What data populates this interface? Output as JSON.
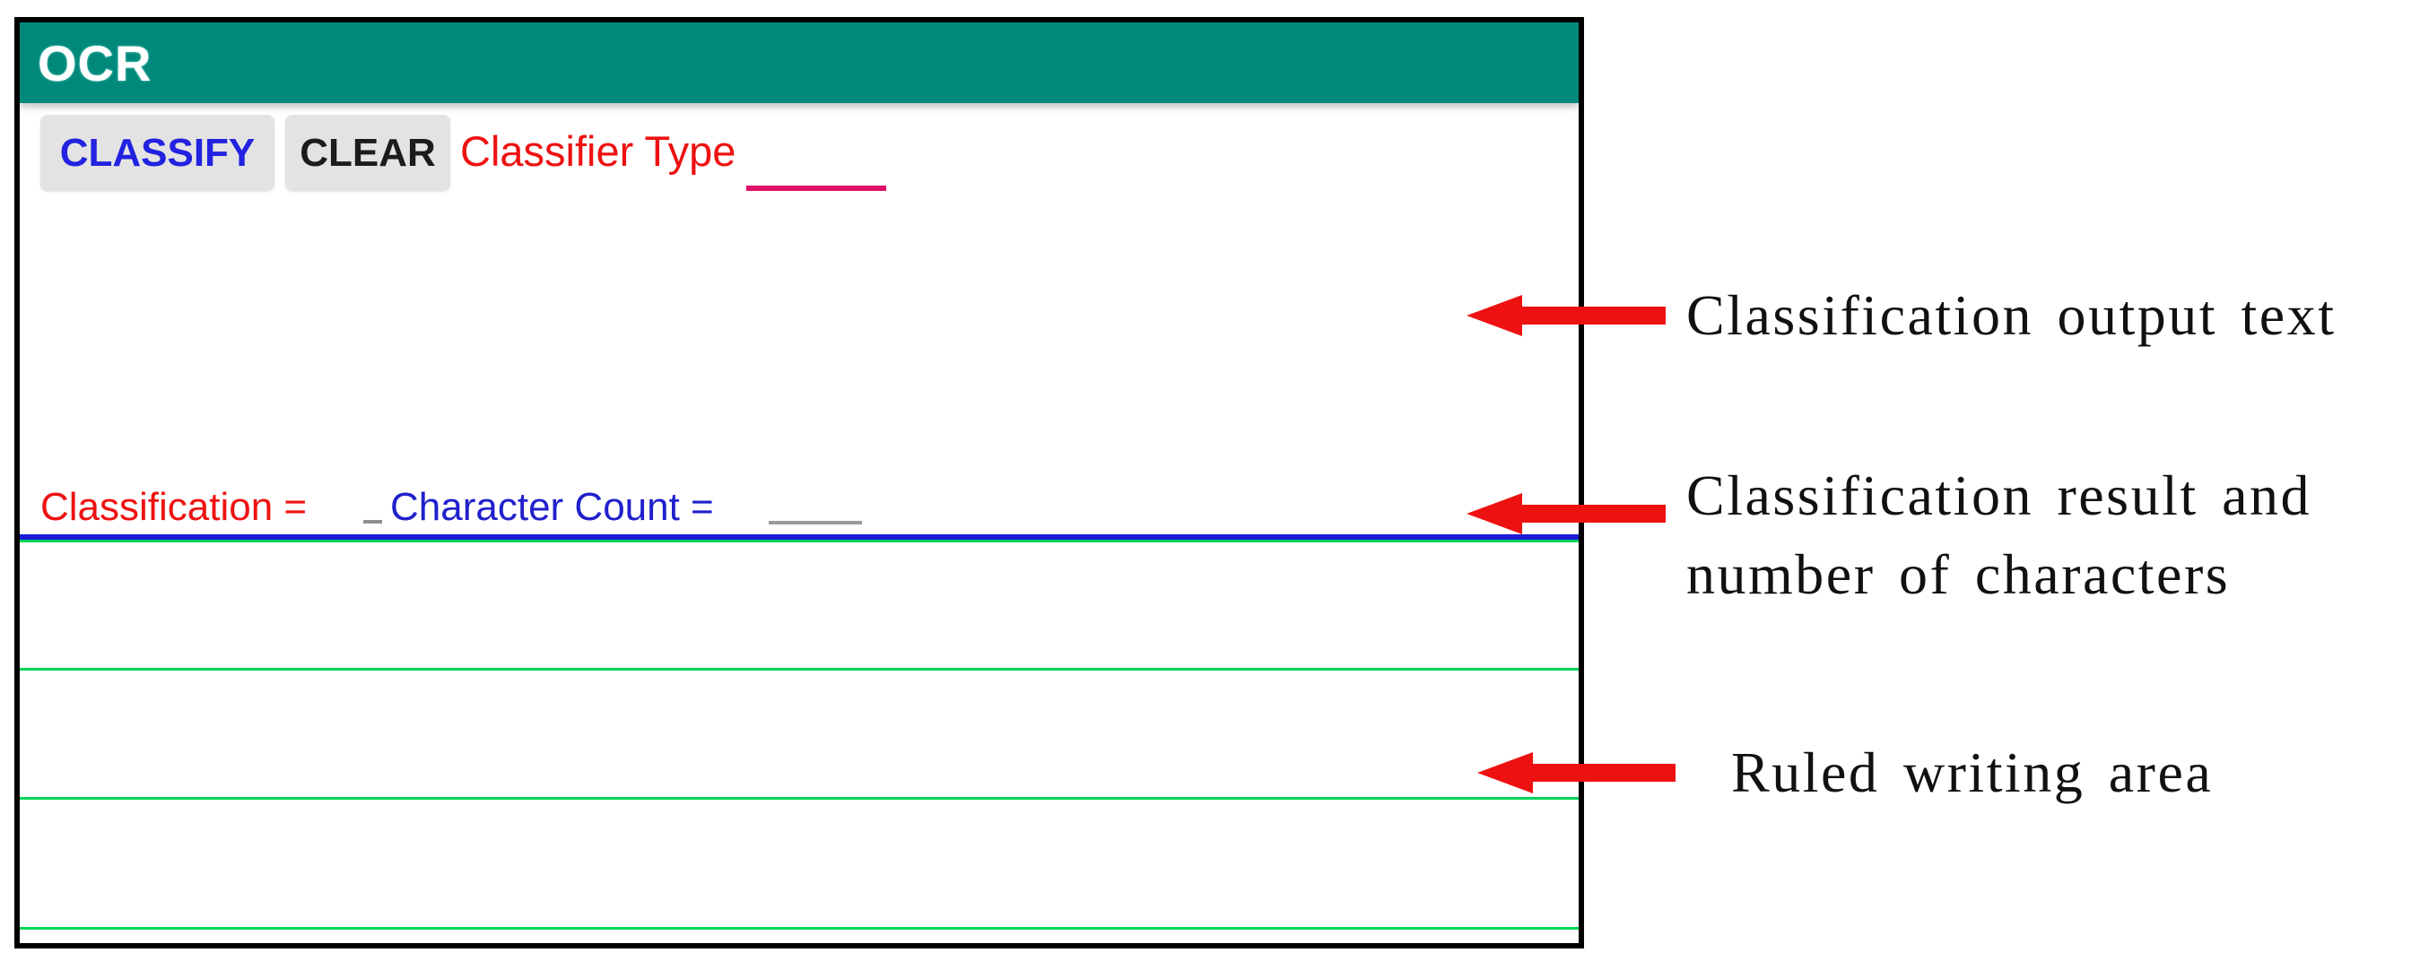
{
  "app": {
    "title": "OCR",
    "toolbar": {
      "classify": "CLASSIFY",
      "clear": "CLEAR",
      "classifier_type": "Classifier Type",
      "classifier_type_value": ""
    },
    "output_area": {
      "text": ""
    },
    "result_bar": {
      "classification_label": "Classification =",
      "classification_value": "",
      "char_count_label": "Character Count =",
      "char_count_value": ""
    },
    "writing_area": {
      "ruled_line_count": 4
    }
  },
  "annotations": {
    "output": {
      "lines": [
        "Classification output text"
      ]
    },
    "result": {
      "lines": [
        "Classification result and",
        "number of characters"
      ]
    },
    "writing": {
      "lines": [
        "Ruled writing area"
      ]
    }
  },
  "colors": {
    "header_teal": "#00897B",
    "title_text": "#FFFFFF",
    "button_bg": "#E3E3E3",
    "classify_text": "#2222E0",
    "clear_text": "#1C1C1C",
    "red_text": "#EE1111",
    "blue_text": "#2020CC",
    "pink_underline": "#DD1166",
    "divider_blue": "#1B1BD8",
    "ruled_green": "#00D45A",
    "placeholder_gray": "#9A9A9A",
    "arrow_red": "#EE1111",
    "annotation_text": "#111111",
    "frame_border": "#000000"
  }
}
